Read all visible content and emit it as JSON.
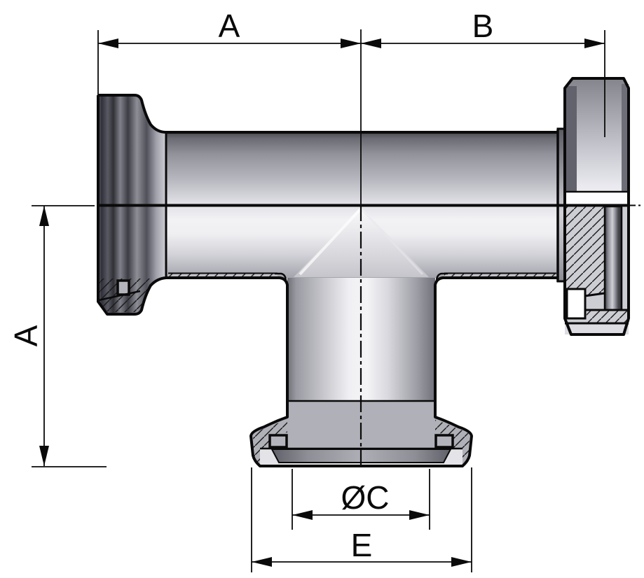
{
  "drawing": {
    "kind": "technical-dimension-drawing",
    "subject": "tee-pipe-fitting-with-clamp-ferrule-union-nut-and-flange",
    "labels": {
      "dim_horizontal_left": "A",
      "dim_horizontal_right": "B",
      "dim_vertical_left": "A",
      "dim_bottom_diameter": "ØC",
      "dim_bottom_outer": "E"
    },
    "colors": {
      "line": "#0a0a0a",
      "background": "#ffffff",
      "metal_bright": "#f4f4f7",
      "metal_mid": "#b6b6be",
      "metal_dark": "#46464c",
      "section_gray": "#b0b0b8"
    }
  }
}
